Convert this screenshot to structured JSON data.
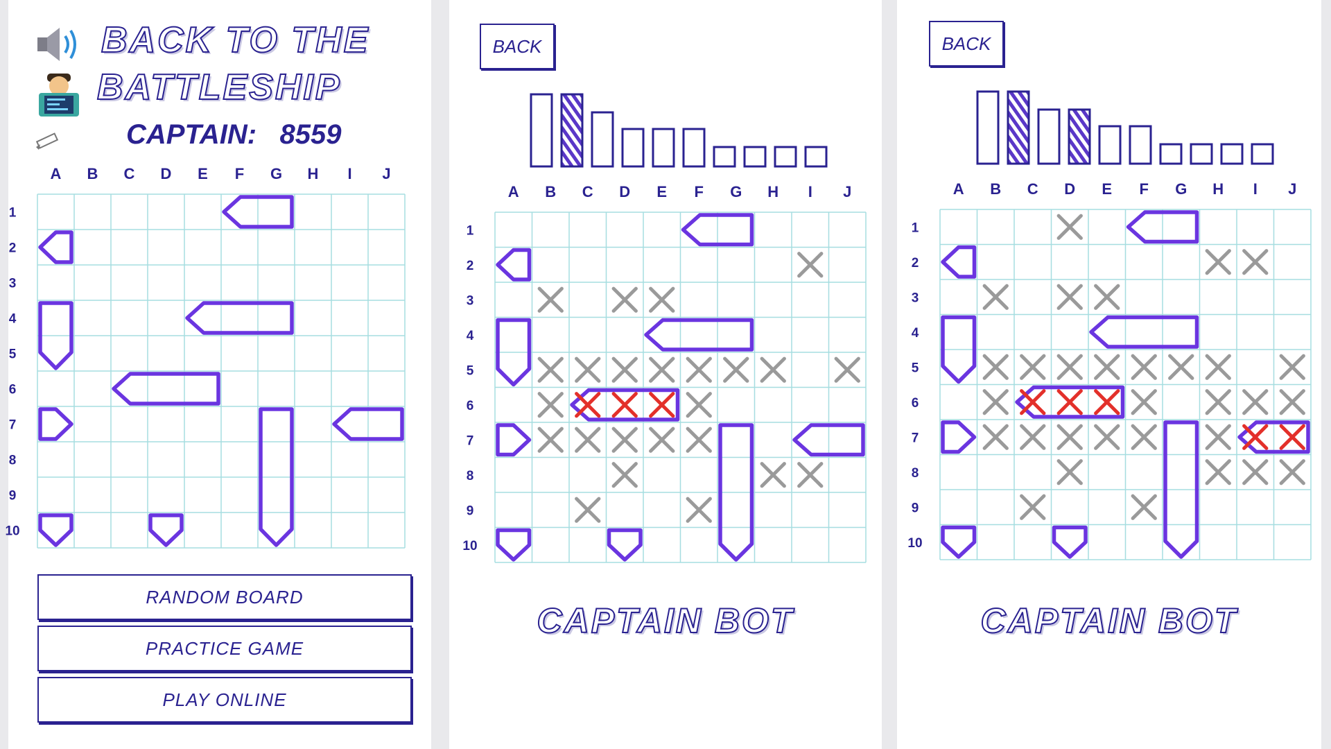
{
  "home": {
    "title_line1": "BACK TO THE",
    "title_line2": "BATTLESHIP",
    "captain_label": "CAPTAIN:",
    "captain_score": "8559",
    "icons": [
      "speaker-icon",
      "coder-avatar-icon",
      "pencil-icon"
    ],
    "buttons": {
      "random": "RANDOM BOARD",
      "practice": "PRACTICE GAME",
      "online": "PLAY ONLINE"
    }
  },
  "grid": {
    "columns": [
      "A",
      "B",
      "C",
      "D",
      "E",
      "F",
      "G",
      "H",
      "I",
      "J"
    ],
    "rows": [
      "1",
      "2",
      "3",
      "4",
      "5",
      "6",
      "7",
      "8",
      "9",
      "10"
    ]
  },
  "colors": {
    "ink": "#2a2290",
    "ship": "#6a35e0",
    "gridline": "#a6dde0",
    "miss": "#9a9a9a",
    "hit": "#e3302a"
  },
  "ships": [
    {
      "id": "f1-g1",
      "dir": "left",
      "col": 5,
      "row": 0,
      "len": 2
    },
    {
      "id": "a2",
      "dir": "left",
      "col": 0,
      "row": 1,
      "len": 1
    },
    {
      "id": "a4-a5",
      "dir": "down",
      "col": 0,
      "row": 3,
      "len": 2
    },
    {
      "id": "e4-g4",
      "dir": "left",
      "col": 4,
      "row": 3,
      "len": 3
    },
    {
      "id": "c6-e6",
      "dir": "left",
      "col": 2,
      "row": 5,
      "len": 3
    },
    {
      "id": "a7",
      "dir": "right",
      "col": 0,
      "row": 6,
      "len": 1
    },
    {
      "id": "g7-g10",
      "dir": "down",
      "col": 6,
      "row": 6,
      "len": 4
    },
    {
      "id": "i7-j7",
      "dir": "left",
      "col": 8,
      "row": 6,
      "len": 2
    },
    {
      "id": "a10",
      "dir": "down",
      "col": 0,
      "row": 9,
      "len": 1
    },
    {
      "id": "d10",
      "dir": "down",
      "col": 3,
      "row": 9,
      "len": 1
    }
  ],
  "game1": {
    "back_label": "BACK",
    "bot_name": "CAPTAIN BOT",
    "fleet": [
      {
        "size": "tall",
        "sunk": false
      },
      {
        "size": "tall",
        "sunk": true
      },
      {
        "size": "mid",
        "sunk": false
      },
      {
        "size": "small",
        "sunk": false
      },
      {
        "size": "small",
        "sunk": false
      },
      {
        "size": "small",
        "sunk": false
      },
      {
        "size": "tiny",
        "sunk": false
      },
      {
        "size": "tiny",
        "sunk": false
      },
      {
        "size": "tiny",
        "sunk": false
      },
      {
        "size": "tiny",
        "sunk": false
      }
    ],
    "misses": [
      [
        8,
        1
      ],
      [
        1,
        2
      ],
      [
        3,
        2
      ],
      [
        4,
        2
      ],
      [
        1,
        4
      ],
      [
        2,
        4
      ],
      [
        3,
        4
      ],
      [
        4,
        4
      ],
      [
        5,
        4
      ],
      [
        6,
        4
      ],
      [
        7,
        4
      ],
      [
        9,
        4
      ],
      [
        1,
        5
      ],
      [
        5,
        5
      ],
      [
        1,
        6
      ],
      [
        2,
        6
      ],
      [
        3,
        6
      ],
      [
        4,
        6
      ],
      [
        5,
        6
      ],
      [
        3,
        7
      ],
      [
        7,
        7
      ],
      [
        8,
        7
      ],
      [
        2,
        8
      ],
      [
        5,
        8
      ]
    ],
    "hits": [
      [
        2,
        5
      ],
      [
        3,
        5
      ],
      [
        4,
        5
      ]
    ]
  },
  "game2": {
    "back_label": "BACK",
    "bot_name": "CAPTAIN BOT",
    "fleet": [
      {
        "size": "tall",
        "sunk": false
      },
      {
        "size": "tall",
        "sunk": true
      },
      {
        "size": "mid",
        "sunk": false
      },
      {
        "size": "mid",
        "sunk": true
      },
      {
        "size": "small",
        "sunk": false
      },
      {
        "size": "small",
        "sunk": false
      },
      {
        "size": "tiny",
        "sunk": false
      },
      {
        "size": "tiny",
        "sunk": false
      },
      {
        "size": "tiny",
        "sunk": false
      },
      {
        "size": "tiny",
        "sunk": false
      }
    ],
    "misses": [
      [
        3,
        0
      ],
      [
        7,
        1
      ],
      [
        8,
        1
      ],
      [
        1,
        2
      ],
      [
        3,
        2
      ],
      [
        4,
        2
      ],
      [
        1,
        4
      ],
      [
        2,
        4
      ],
      [
        3,
        4
      ],
      [
        4,
        4
      ],
      [
        5,
        4
      ],
      [
        6,
        4
      ],
      [
        7,
        4
      ],
      [
        9,
        4
      ],
      [
        1,
        5
      ],
      [
        5,
        5
      ],
      [
        7,
        5
      ],
      [
        8,
        5
      ],
      [
        9,
        5
      ],
      [
        1,
        6
      ],
      [
        2,
        6
      ],
      [
        3,
        6
      ],
      [
        4,
        6
      ],
      [
        5,
        6
      ],
      [
        7,
        6
      ],
      [
        3,
        7
      ],
      [
        7,
        7
      ],
      [
        8,
        7
      ],
      [
        9,
        7
      ],
      [
        2,
        8
      ],
      [
        5,
        8
      ]
    ],
    "hits": [
      [
        2,
        5
      ],
      [
        3,
        5
      ],
      [
        4,
        5
      ],
      [
        8,
        6
      ],
      [
        9,
        6
      ]
    ]
  }
}
